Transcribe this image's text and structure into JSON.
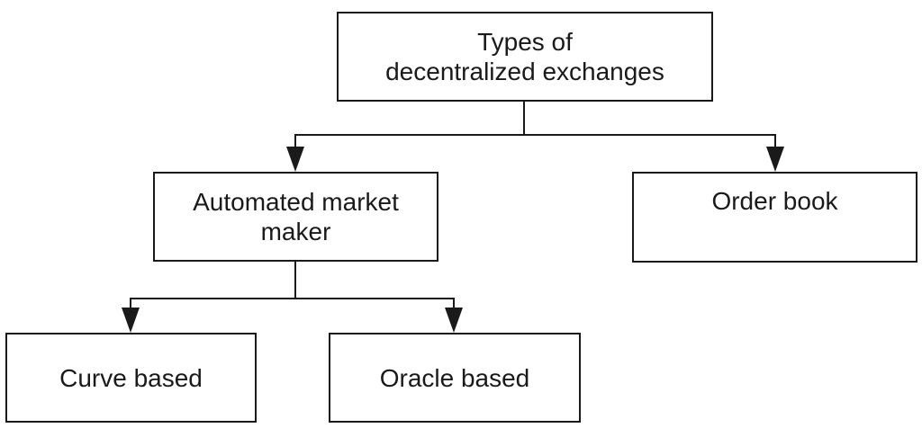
{
  "diagram": {
    "type": "flowchart",
    "background": "#ffffff",
    "colors": {
      "box_fill": "#ffffff",
      "box_border": "#1a1a1a",
      "line": "#1a1a1a",
      "text": "#1a1a1a"
    },
    "nodes": [
      {
        "id": "root",
        "label": "Types of\ndecentralized exchanges"
      },
      {
        "id": "automated-market-maker",
        "label": "Automated market\nmaker"
      },
      {
        "id": "order-book",
        "label": "Order book"
      },
      {
        "id": "curve-based",
        "label": "Curve based"
      },
      {
        "id": "oracle-based",
        "label": "Oracle based"
      }
    ],
    "edges": [
      {
        "from": "root",
        "to": "automated-market-maker"
      },
      {
        "from": "root",
        "to": "order-book"
      },
      {
        "from": "automated-market-maker",
        "to": "curve-based"
      },
      {
        "from": "automated-market-maker",
        "to": "oracle-based"
      }
    ]
  }
}
